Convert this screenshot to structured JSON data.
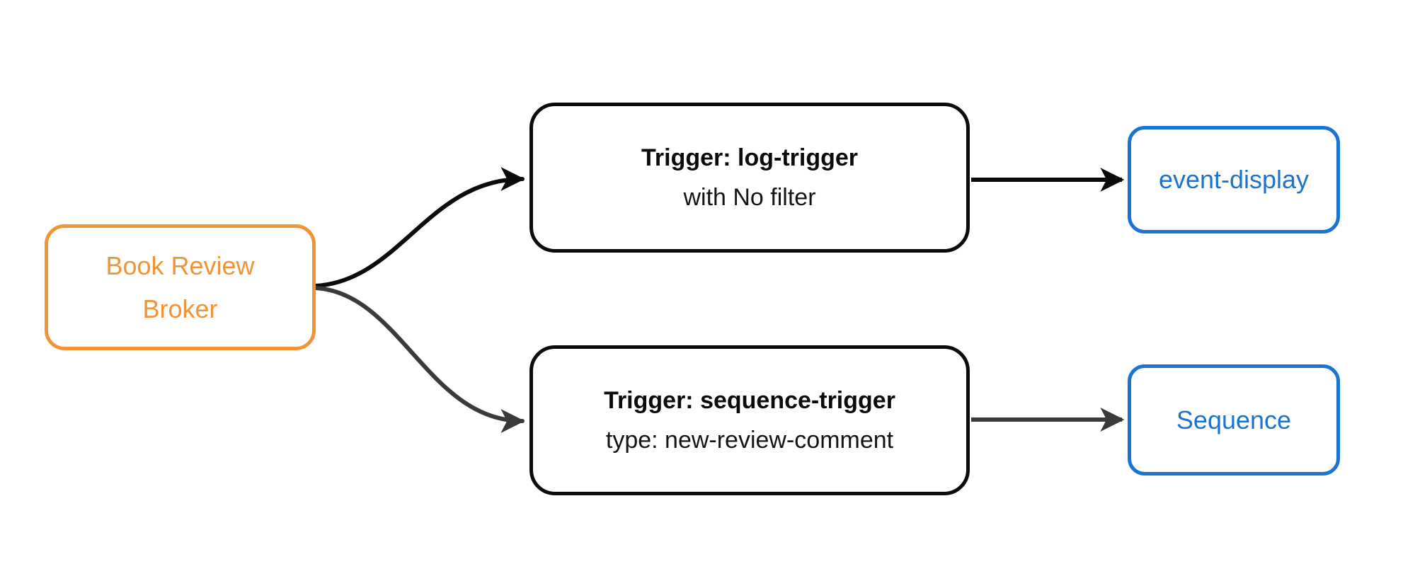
{
  "colors": {
    "accent_orange": "#F09436",
    "accent_blue": "#1B74D1",
    "edge_black": "#0b0b0b",
    "edge_gray": "#3a3a3a"
  },
  "diagram": {
    "broker": {
      "line1": "Book Review",
      "line2": "Broker"
    },
    "log_trigger": {
      "title": "Trigger: log-trigger",
      "subtitle": "with No filter"
    },
    "sequence_trigger": {
      "title": "Trigger: sequence-trigger",
      "subtitle": "type: new-review-comment"
    },
    "event_display": {
      "label": "event-display"
    },
    "sequence": {
      "label": "Sequence"
    }
  }
}
